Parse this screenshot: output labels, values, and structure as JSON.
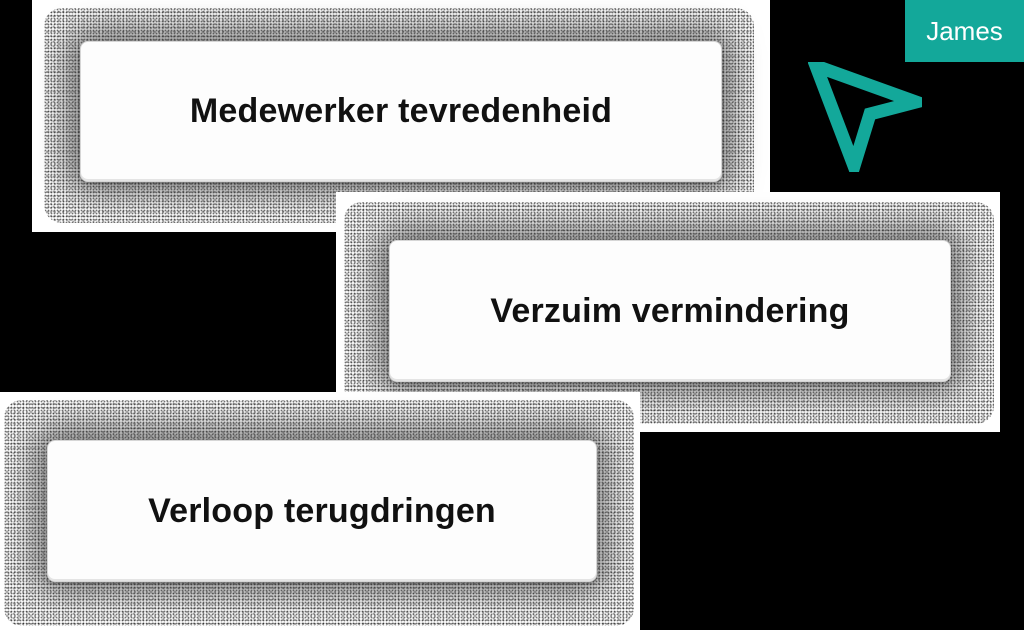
{
  "cards": [
    {
      "label": "Medewerker tevredenheid"
    },
    {
      "label": "Verzuim vermindering"
    },
    {
      "label": "Verloop terugdringen"
    }
  ],
  "cursor": {
    "user_name": "James",
    "color": "#13a89a",
    "icon": "pointer-arrow-icon"
  },
  "colors": {
    "background": "#000000",
    "panel": "#ffffff",
    "card": "#fdfdfd",
    "text": "#111111",
    "accent": "#13a89a"
  }
}
